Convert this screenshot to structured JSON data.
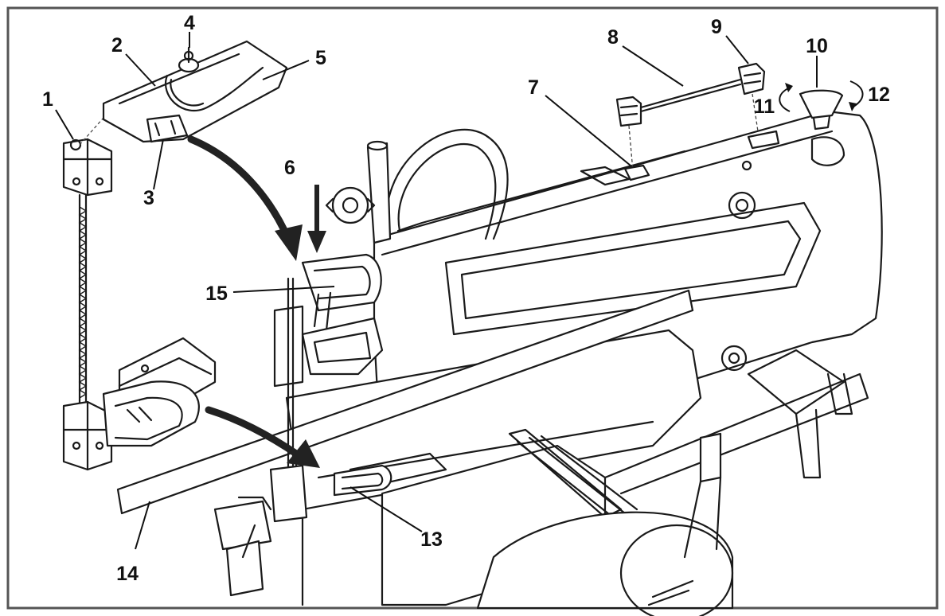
{
  "callouts": [
    {
      "id": "1",
      "text": "1"
    },
    {
      "id": "2",
      "text": "2"
    },
    {
      "id": "3",
      "text": "3"
    },
    {
      "id": "4",
      "text": "4"
    },
    {
      "id": "5",
      "text": "5"
    },
    {
      "id": "6",
      "text": "6"
    },
    {
      "id": "7",
      "text": "7"
    },
    {
      "id": "8",
      "text": "8"
    },
    {
      "id": "9",
      "text": "9"
    },
    {
      "id": "10",
      "text": "10"
    },
    {
      "id": "11",
      "text": "11"
    },
    {
      "id": "12",
      "text": "12"
    },
    {
      "id": "13",
      "text": "13"
    },
    {
      "id": "14",
      "text": "14"
    },
    {
      "id": "15",
      "text": "15"
    }
  ],
  "colors": {
    "line": "#1a1a1a",
    "frame": "#555555",
    "background": "#ffffff"
  }
}
